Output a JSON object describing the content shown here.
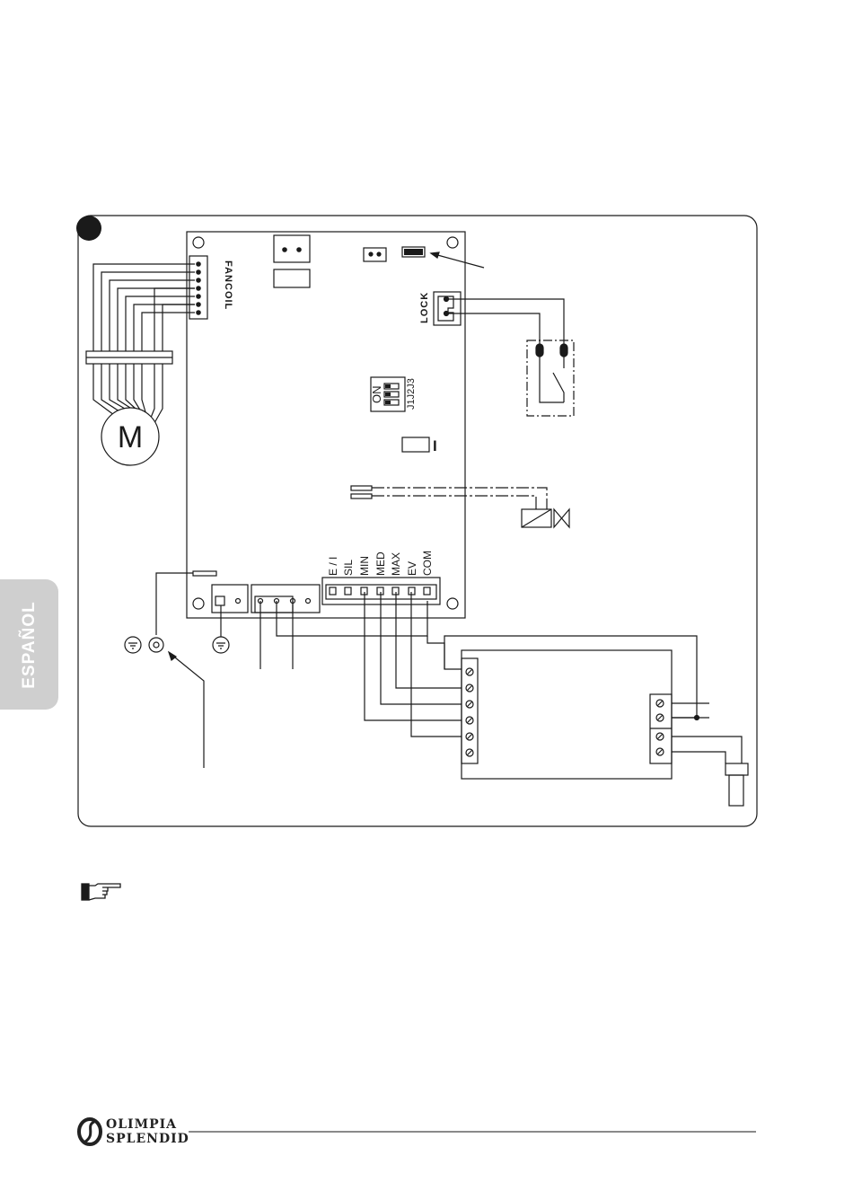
{
  "diagram": {
    "motor_label": "M",
    "fancoil_label": "FANCOIL",
    "lock_label": "LOCK",
    "dip_on_label": "ON",
    "dip_jumpers_label": "J1J2J3",
    "board_mark": "I",
    "terminals": [
      "E / I",
      "SIL",
      "MIN",
      "MED",
      "MAX",
      "EV",
      "COM"
    ]
  },
  "side_tab": {
    "label": "ESPAÑOL"
  },
  "footer": {
    "brand_line1": "OLIMPIA",
    "brand_line2": "SPLENDID"
  },
  "colors": {
    "line": "#1a1a1a",
    "tab": "#cfcfcf",
    "rule": "#8a8a8a"
  }
}
